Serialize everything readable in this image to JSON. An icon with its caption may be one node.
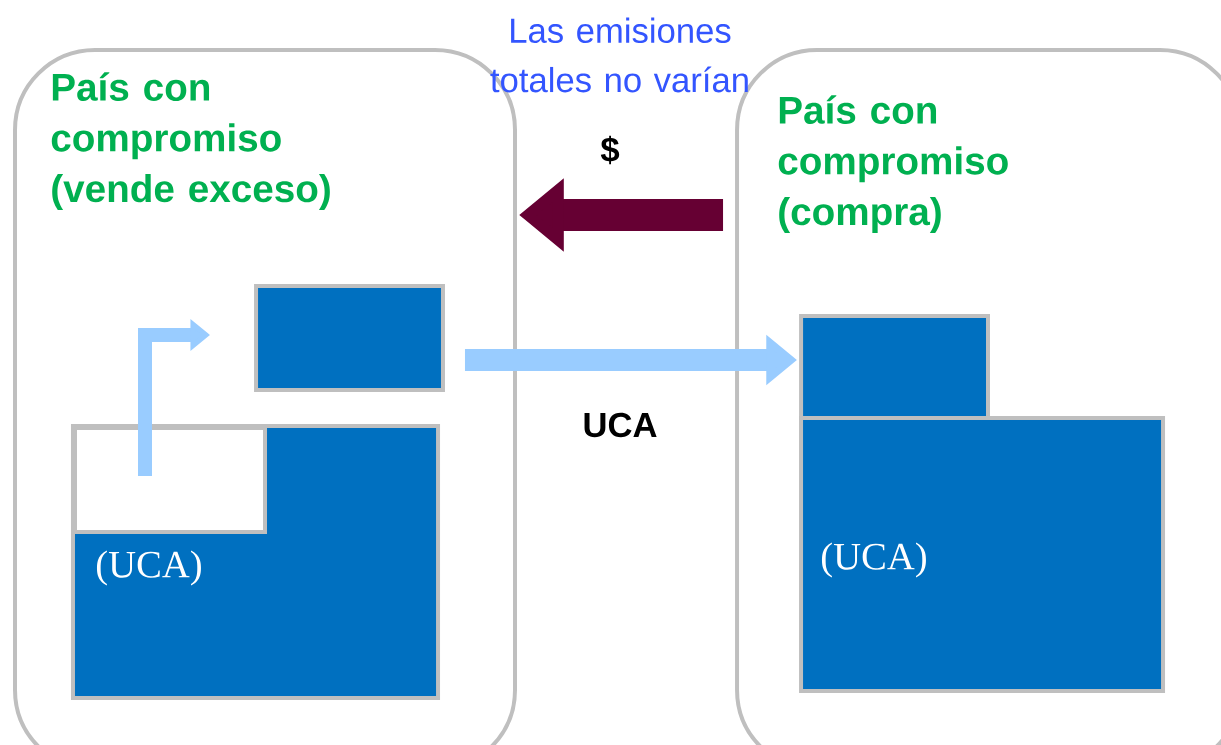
{
  "diagram": {
    "nodes": [
      {
        "text": [
          "País con compromiso (vende exceso)"
        ]
      },
      {
        "text": [
          "País con compromiso (compra)"
        ]
      },
      {
        "text": [],
        "shape": "box",
        "in": 0
      },
      {
        "text": [
          "(UCA)"
        ],
        "in": 0
      },
      {
        "text": [],
        "shape": "box",
        "in": 1
      },
      {
        "text": [
          "(UCA)"
        ],
        "in": 1
      }
    ],
    "edges": [
      {
        "from": 2,
        "to": 4,
        "arrow": "to",
        "label": "UCA",
        "color": "#99ccff"
      },
      {
        "from": 1,
        "to": 0,
        "arrow": "to",
        "label": "$",
        "color": "#660033"
      },
      {
        "from": 3,
        "to": 2,
        "arrow": "to",
        "color": "#99ccff"
      }
    ],
    "labels": [
      "Las emisiones totales no varían"
    ]
  }
}
